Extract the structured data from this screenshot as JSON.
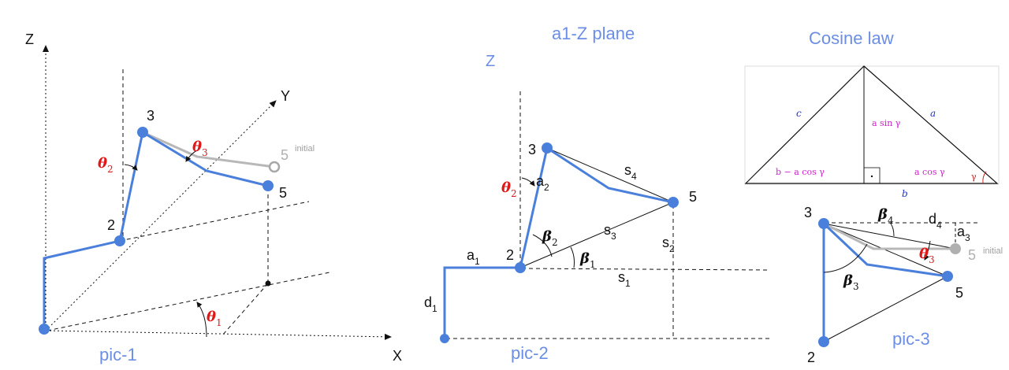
{
  "colors": {
    "link": "#4a7fdb",
    "title": "#6c8ee6",
    "initial": "#b8b8b8",
    "angle": "#e01818",
    "axis": "#111111",
    "cosine_side": "#2233cc",
    "cosine_expr": "#cc22cc",
    "cosine_angle": "#cc2222"
  },
  "pic1": {
    "axis_x": "X",
    "axis_y": "Y",
    "axis_z": "Z",
    "joint_2": "2",
    "joint_3": "3",
    "joint_5": "5",
    "initial_num": "5",
    "initial_word": "initial",
    "theta": "θ",
    "theta1_sub": "1",
    "theta2_sub": "2",
    "theta3_sub": "3",
    "caption": "pic-1"
  },
  "pic2": {
    "title": "a1-Z plane",
    "axis_z": "Z",
    "joint_2": "2",
    "joint_3": "3",
    "joint_5": "5",
    "theta": "θ",
    "theta2_sub": "2",
    "beta": "β",
    "beta1_sub": "1",
    "beta2_sub": "2",
    "a": "a",
    "a1_sub": "1",
    "a2_sub": "2",
    "d": "d",
    "d1_sub": "1",
    "s": "s",
    "s1_sub": "1",
    "s2_sub": "2",
    "s3_sub": "3",
    "s4_sub": "4",
    "caption": "pic-2"
  },
  "cosine": {
    "title": "Cosine law",
    "side_a": "a",
    "side_b": "b",
    "side_c": "c",
    "expr_height": "a sin γ",
    "expr_left": "b − a cos γ",
    "expr_right": "a cos γ",
    "gamma": "γ"
  },
  "pic3": {
    "joint_2": "2",
    "joint_3": "3",
    "joint_5": "5",
    "initial_num": "5",
    "initial_word": "initial",
    "beta": "β",
    "beta3_sub": "3",
    "beta4_sub": "4",
    "theta": "θ",
    "theta3_sub": "3",
    "d": "d",
    "d4_sub": "4",
    "a": "a",
    "a3_sub": "3",
    "caption": "pic-3"
  }
}
